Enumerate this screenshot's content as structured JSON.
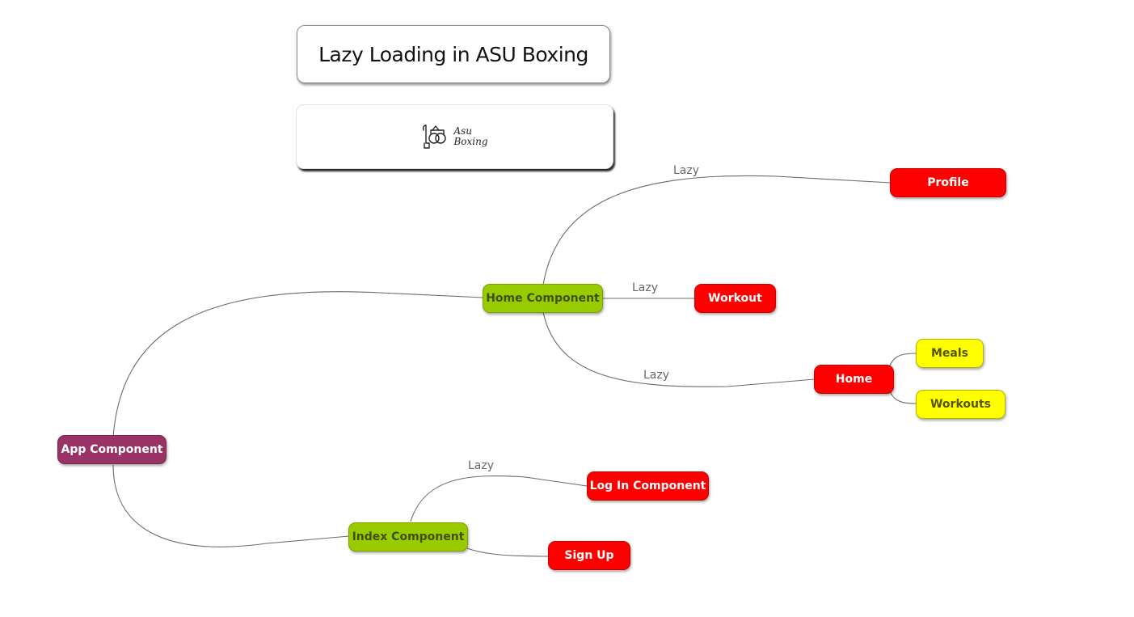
{
  "title": "Lazy Loading in ASU Boxing",
  "logo": {
    "line1": "Asu",
    "line2": "Boxing",
    "icon": "boxing-gloves-icon"
  },
  "nodes": {
    "app": "App Component",
    "home_component": "Home Component",
    "index_component": "Index Component",
    "profile": "Profile",
    "workout": "Workout",
    "home": "Home",
    "meals": "Meals",
    "workouts": "Workouts",
    "login": "Log In Component",
    "signup": "Sign Up"
  },
  "edge_labels": {
    "profile": "Lazy",
    "workout": "Lazy",
    "home": "Lazy",
    "login": "Lazy"
  },
  "colors": {
    "lazy_module": "#ff0000",
    "component": "#99cc00",
    "child": "#ffff00",
    "root": "#993366",
    "edge": "#666666"
  }
}
